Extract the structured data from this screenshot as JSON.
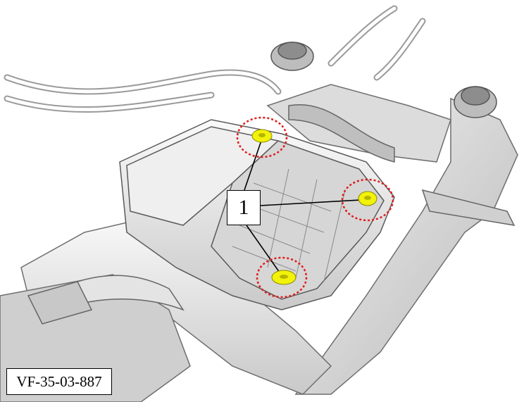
{
  "diagram": {
    "callout_label": "1",
    "reference_code": "VF-35-03-887",
    "highlight_color": "#f2f20a",
    "circle_color": "#e11b1b",
    "mount_count": 3
  }
}
